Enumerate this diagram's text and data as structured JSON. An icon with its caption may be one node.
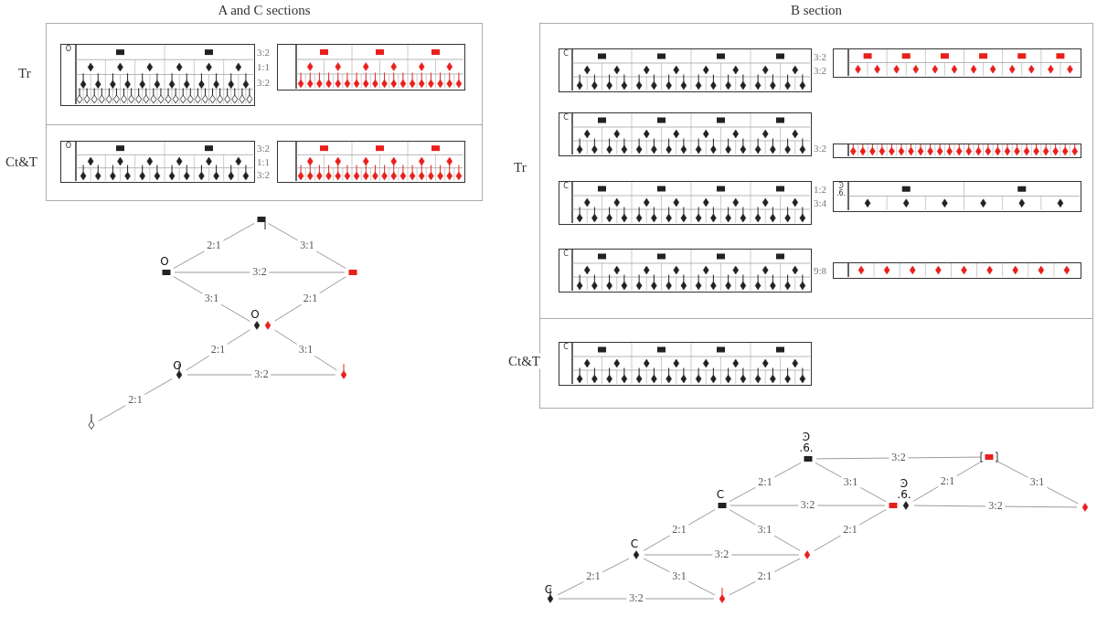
{
  "diagram": {
    "nodes": [
      {
        "text": [
          "A and C sections"
        ]
      },
      {
        "text": [
          "O"
        ],
        "in": 0,
        "beside": [
          "3:2",
          "1:1",
          "3:2"
        ]
      },
      {
        "text": [],
        "shape": "box",
        "in": 0
      },
      {
        "text": [
          "O"
        ],
        "in": 0,
        "beside": [
          "3:2",
          "1:1",
          "3:2"
        ]
      },
      {
        "text": [],
        "shape": "box",
        "in": 0
      },
      {
        "text": [],
        "shape": "box"
      },
      {
        "text": [
          "O"
        ]
      },
      {
        "text": [],
        "shape": "box"
      },
      {
        "text": [
          "O"
        ]
      },
      {
        "text": [],
        "shape": "diamond"
      },
      {
        "text": [
          "O"
        ]
      },
      {
        "text": [],
        "shape": "diamond"
      },
      {
        "text": [],
        "shape": "diamond"
      },
      {
        "text": [
          "B section"
        ]
      },
      {
        "text": [
          "C"
        ],
        "in": 13,
        "beside": [
          "3:2",
          "3:2"
        ]
      },
      {
        "text": [],
        "shape": "box",
        "in": 13
      },
      {
        "text": [
          "C"
        ],
        "in": 13,
        "beside": [
          "3:2"
        ]
      },
      {
        "text": [],
        "shape": "box",
        "in": 13
      },
      {
        "text": [
          "C"
        ],
        "in": 13,
        "beside": [
          "1:2",
          "3:4"
        ]
      },
      {
        "text": [
          "Ͽ .6."
        ],
        "in": 13
      },
      {
        "text": [
          "C"
        ],
        "in": 13,
        "beside": [
          "9:8"
        ]
      },
      {
        "text": [],
        "shape": "box",
        "in": 13
      },
      {
        "text": [
          "C"
        ],
        "in": 13
      },
      {
        "text": [
          "Ͽ .6."
        ]
      },
      {
        "text": [],
        "shape": "box"
      },
      {
        "text": [
          "C"
        ]
      },
      {
        "text": [],
        "shape": "box"
      },
      {
        "text": [
          "Ͽ .6."
        ]
      },
      {
        "text": [],
        "shape": "diamond"
      },
      {
        "text": [
          "C"
        ]
      },
      {
        "text": [],
        "shape": "diamond"
      },
      {
        "text": [
          "C"
        ]
      },
      {
        "text": [],
        "shape": "diamond"
      }
    ],
    "edges": [
      {
        "from": 5,
        "to": 6,
        "arrow": "none",
        "label": "2:1"
      },
      {
        "from": 5,
        "to": 7,
        "arrow": "none",
        "label": "3:1"
      },
      {
        "from": 6,
        "to": 7,
        "arrow": "none",
        "label": "3:2"
      },
      {
        "from": 6,
        "to": 8,
        "arrow": "none",
        "label": "3:1"
      },
      {
        "from": 7,
        "to": 9,
        "arrow": "none",
        "label": "2:1"
      },
      {
        "from": 8,
        "to": 10,
        "arrow": "none",
        "label": "2:1"
      },
      {
        "from": 9,
        "to": 11,
        "arrow": "none",
        "label": "3:1"
      },
      {
        "from": 10,
        "to": 11,
        "arrow": "none",
        "label": "3:2"
      },
      {
        "from": 10,
        "to": 12,
        "arrow": "none",
        "label": "2:1"
      },
      {
        "from": 23,
        "to": 24,
        "arrow": "none",
        "label": "3:2"
      },
      {
        "from": 23,
        "to": 25,
        "arrow": "none",
        "label": "2:1"
      },
      {
        "from": 23,
        "to": 26,
        "arrow": "none",
        "label": "3:1"
      },
      {
        "from": 24,
        "to": 27,
        "arrow": "none",
        "label": "2:1"
      },
      {
        "from": 24,
        "to": 28,
        "arrow": "none",
        "label": "3:1"
      },
      {
        "from": 27,
        "to": 28,
        "arrow": "none",
        "label": "3:2"
      },
      {
        "from": 25,
        "to": 26,
        "arrow": "none",
        "label": "3:2"
      },
      {
        "from": 25,
        "to": 29,
        "arrow": "none",
        "label": "2:1"
      },
      {
        "from": 25,
        "to": 30,
        "arrow": "none",
        "label": "3:1"
      },
      {
        "from": 26,
        "to": 30,
        "arrow": "none",
        "label": "2:1"
      },
      {
        "from": 29,
        "to": 30,
        "arrow": "none",
        "label": "3:2"
      },
      {
        "from": 29,
        "to": 31,
        "arrow": "none",
        "label": "2:1"
      },
      {
        "from": 29,
        "to": 32,
        "arrow": "none",
        "label": "3:1"
      },
      {
        "from": 30,
        "to": 32,
        "arrow": "none",
        "label": "2:1"
      },
      {
        "from": 31,
        "to": 32,
        "arrow": "none",
        "label": "3:2"
      }
    ],
    "labels": [
      "Tr",
      "Ct&T",
      "Tr",
      "Ct&T"
    ]
  }
}
